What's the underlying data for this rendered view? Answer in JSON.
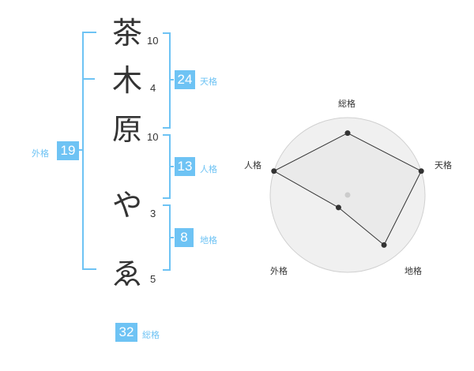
{
  "name": {
    "chars": [
      {
        "char": "茶",
        "strokes": "10"
      },
      {
        "char": "木",
        "strokes": "4"
      },
      {
        "char": "原",
        "strokes": "10"
      },
      {
        "char": "や",
        "strokes": "3"
      },
      {
        "char": "ゑ",
        "strokes": "5"
      }
    ]
  },
  "fortune": {
    "ten": {
      "value": "24",
      "label": "天格"
    },
    "jin": {
      "value": "13",
      "label": "人格"
    },
    "chi": {
      "value": "8",
      "label": "地格"
    },
    "gai": {
      "value": "19",
      "label": "外格"
    },
    "so": {
      "value": "32",
      "label": "総格"
    }
  },
  "chart_data": {
    "type": "radar",
    "axes": [
      "総格",
      "天格",
      "地格",
      "外格",
      "人格"
    ],
    "values": [
      4,
      5,
      4,
      1,
      5
    ],
    "max": 5,
    "grid": true,
    "colors": {
      "fill": "#f0f0f0",
      "line": "#333333",
      "grid": "#d0d0d0",
      "accent": "#6ec3f4"
    }
  }
}
